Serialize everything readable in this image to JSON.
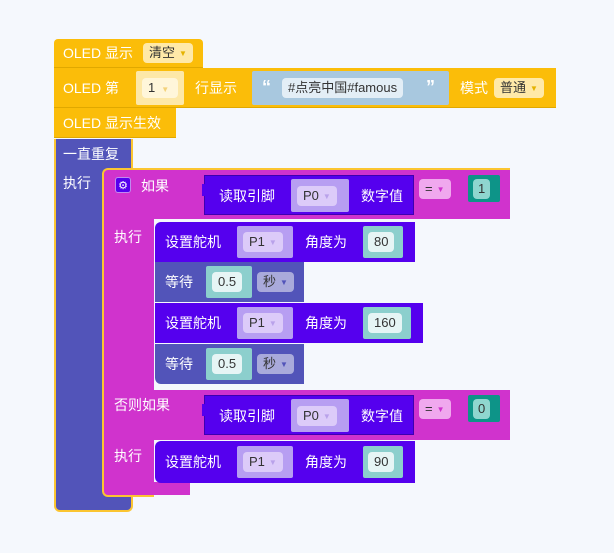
{
  "oled_clear": {
    "label": "OLED 显示",
    "mode": "清空"
  },
  "oled_line": {
    "label": "OLED 第",
    "line": "1",
    "line_label": "行显示",
    "text": "#点亮中国#famous",
    "open_quote": "“",
    "close_quote": "”",
    "mode_label": "模式",
    "mode": "普通"
  },
  "oled_apply": {
    "label": "OLED 显示生效"
  },
  "forever": {
    "label": "一直重复",
    "do_label": "执行"
  },
  "if_block": {
    "if_label": "如果",
    "settings_icon": "gear-icon",
    "cond1": {
      "label": "读取引脚",
      "pin": "P0",
      "suffix": "数字值",
      "op": "=",
      "value": "1"
    },
    "do_label": "执行",
    "branch1": [
      {
        "type": "servo",
        "label": "设置舵机",
        "pin": "P1",
        "angle_label": "角度为",
        "angle": "80"
      },
      {
        "type": "wait",
        "label": "等待",
        "value": "0.5",
        "unit": "秒"
      },
      {
        "type": "servo",
        "label": "设置舵机",
        "pin": "P1",
        "angle_label": "角度为",
        "angle": "160"
      },
      {
        "type": "wait",
        "label": "等待",
        "value": "0.5",
        "unit": "秒"
      }
    ],
    "elseif_label": "否则如果",
    "cond2": {
      "label": "读取引脚",
      "pin": "P0",
      "suffix": "数字值",
      "op": "=",
      "value": "0"
    },
    "do2_label": "执行",
    "branch2": [
      {
        "type": "servo",
        "label": "设置舵机",
        "pin": "P1",
        "angle_label": "角度为",
        "angle": "90"
      }
    ]
  },
  "dropdown_arrow": "▼"
}
